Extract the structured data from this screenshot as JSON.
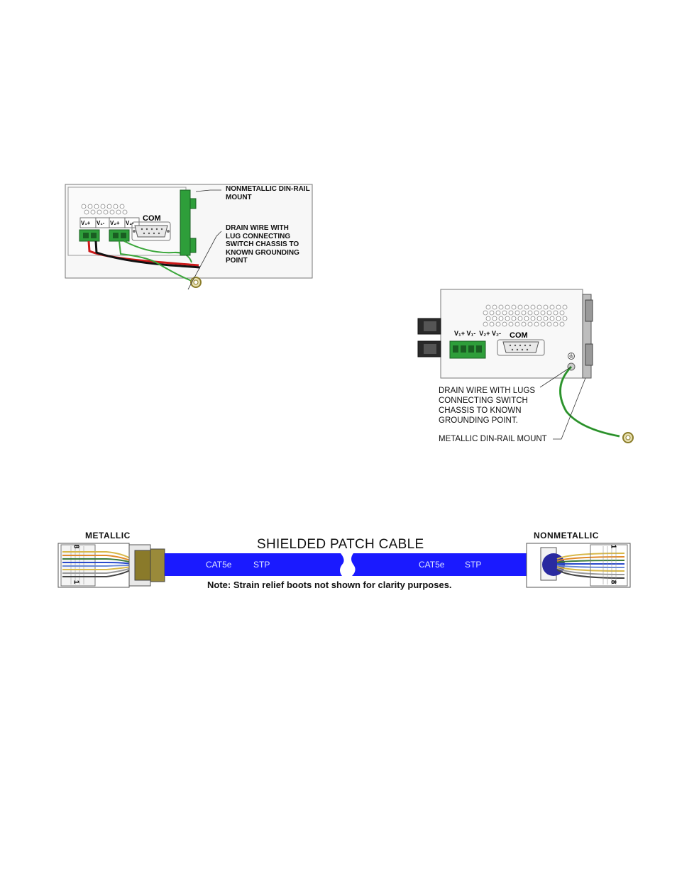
{
  "diagram1": {
    "com_label": "COM",
    "terminal_labels": [
      "V₁+",
      "V₁-",
      "V₂+",
      "V₂-"
    ],
    "callout_mount": "NONMETALLIC DIN-RAIL\nMOUNT",
    "callout_drain": "DRAIN WIRE WITH\nLUG CONNECTING\nSWITCH CHASSIS TO\nKNOWN GROUNDING\nPOINT"
  },
  "diagram2": {
    "terminal_label": "V₁+ V₁-  V₂+ V₂-",
    "com_label": "COM",
    "callout_drain": "DRAIN WIRE WITH LUGS\nCONNECTING SWITCH\nCHASSIS TO KNOWN\nGROUNDING POINT.",
    "callout_mount": "METALLIC DIN-RAIL MOUNT"
  },
  "cable": {
    "title": "SHIELDED PATCH CABLE",
    "left_label": "METALLIC",
    "right_label": "NONMETALLIC",
    "segments": [
      {
        "type": "CAT5e",
        "kind": "STP"
      },
      {
        "type": "CAT5e",
        "kind": "STP"
      }
    ],
    "note": "Note: Strain relief boots not shown for clarity purposes.",
    "pin_first": "1",
    "pin_last": "8"
  },
  "colors": {
    "cable_blue": "#1a1aff",
    "terminal_green": "#2e9e3a",
    "drain_green": "#3aa63a",
    "red_wire": "#cc1a1a"
  }
}
